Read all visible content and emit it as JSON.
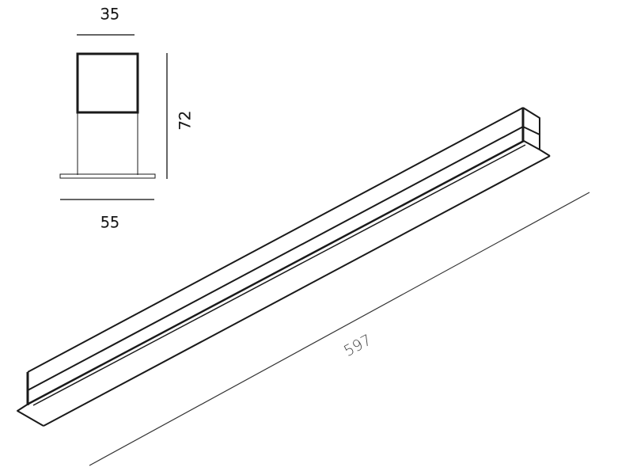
{
  "dimensions": {
    "top_width": "35",
    "height": "72",
    "base_width": "55",
    "length": "597"
  },
  "colors": {
    "line": "#1a1a1a",
    "dimension_line": "#333333",
    "text": "#444444"
  }
}
